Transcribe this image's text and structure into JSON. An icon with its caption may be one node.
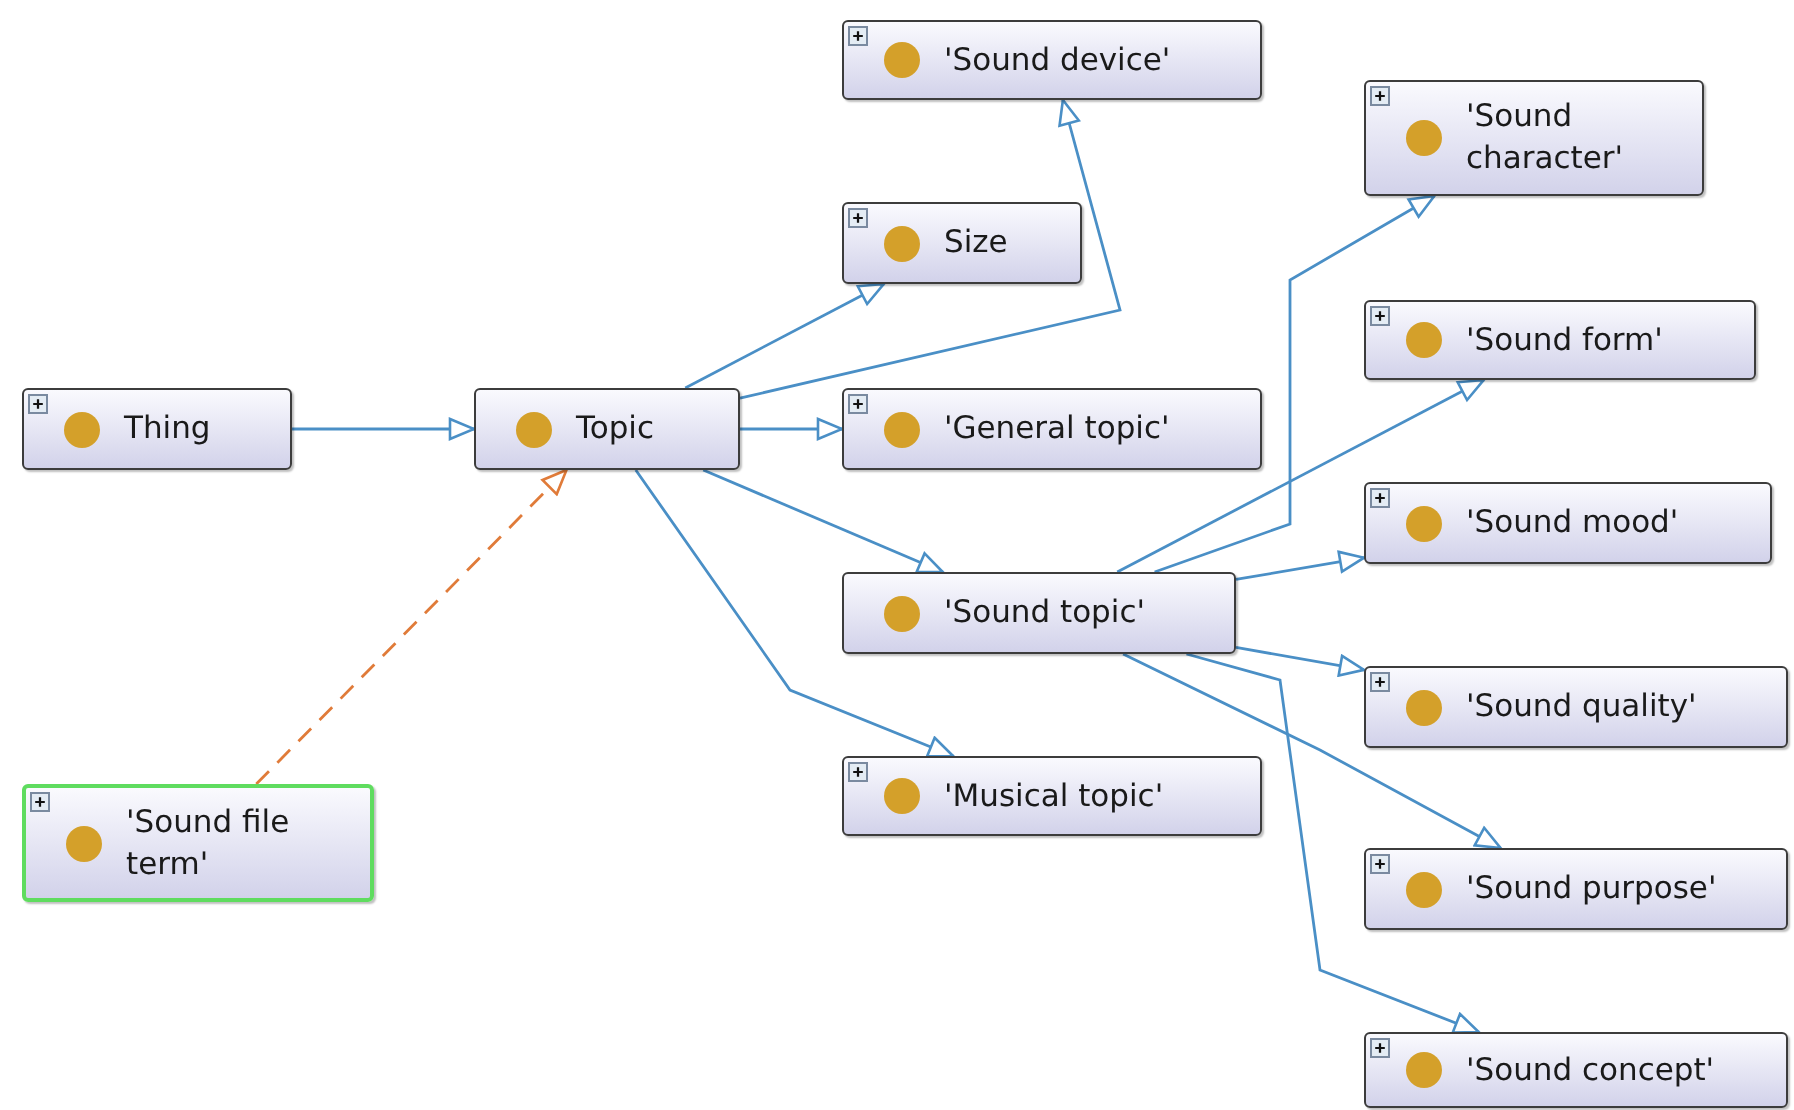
{
  "diagram": {
    "nodes": [
      {
        "text": [
          "Thing"
        ]
      },
      {
        "text": [
          "Topic"
        ]
      },
      {
        "text": [
          "'Sound device'"
        ]
      },
      {
        "text": [
          "Size"
        ]
      },
      {
        "text": [
          "'General topic'"
        ]
      },
      {
        "text": [
          "'Sound topic'"
        ]
      },
      {
        "text": [
          "'Musical topic'"
        ]
      },
      {
        "text": [
          "'Sound file term'"
        ]
      },
      {
        "text": [
          "'Sound character'"
        ]
      },
      {
        "text": [
          "'Sound form'"
        ]
      },
      {
        "text": [
          "'Sound mood'"
        ]
      },
      {
        "text": [
          "'Sound quality'"
        ]
      },
      {
        "text": [
          "'Sound purpose'"
        ]
      },
      {
        "text": [
          "'Sound concept'"
        ]
      }
    ],
    "edges": [
      {
        "from": 0,
        "to": 1,
        "arrow": "to"
      },
      {
        "from": 1,
        "to": 3,
        "arrow": "to"
      },
      {
        "from": 1,
        "to": 2,
        "arrow": "to"
      },
      {
        "from": 1,
        "to": 4,
        "arrow": "to"
      },
      {
        "from": 1,
        "to": 5,
        "arrow": "to"
      },
      {
        "from": 1,
        "to": 6,
        "arrow": "to"
      },
      {
        "from": 5,
        "to": 8,
        "arrow": "to"
      },
      {
        "from": 5,
        "to": 9,
        "arrow": "to"
      },
      {
        "from": 5,
        "to": 10,
        "arrow": "to"
      },
      {
        "from": 5,
        "to": 11,
        "arrow": "to"
      },
      {
        "from": 5,
        "to": 12,
        "arrow": "to"
      },
      {
        "from": 5,
        "to": 13,
        "arrow": "to"
      },
      {
        "from": 7,
        "to": 1,
        "arrow": "to",
        "style": "dashed",
        "color": "#e07b39"
      }
    ]
  }
}
